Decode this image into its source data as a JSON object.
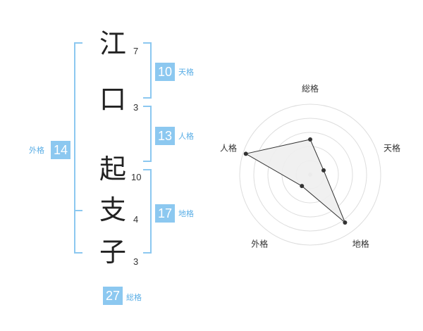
{
  "name_chars": [
    {
      "char": "江",
      "strokes": "7"
    },
    {
      "char": "口",
      "strokes": "3"
    },
    {
      "char": "起",
      "strokes": "10"
    },
    {
      "char": "支",
      "strokes": "4"
    },
    {
      "char": "子",
      "strokes": "3"
    }
  ],
  "kakusu": {
    "tenkaku": {
      "value": "10",
      "label": "天格"
    },
    "jinkaku": {
      "value": "13",
      "label": "人格"
    },
    "chikaku": {
      "value": "17",
      "label": "地格"
    },
    "gaikaku": {
      "value": "14",
      "label": "外格"
    },
    "soukaku": {
      "value": "27",
      "label": "総格"
    }
  },
  "colors": {
    "accent": "#8cc8f0",
    "label_blue": "#5aaee6",
    "polygon_fill": "#eeeeee"
  },
  "chart_data": {
    "type": "radar",
    "axes": [
      "総格",
      "天格",
      "地格",
      "外格",
      "人格"
    ],
    "max": 5,
    "rings": 5,
    "values": [
      2.5,
      1.0,
      4.2,
      1.0,
      4.8
    ]
  }
}
